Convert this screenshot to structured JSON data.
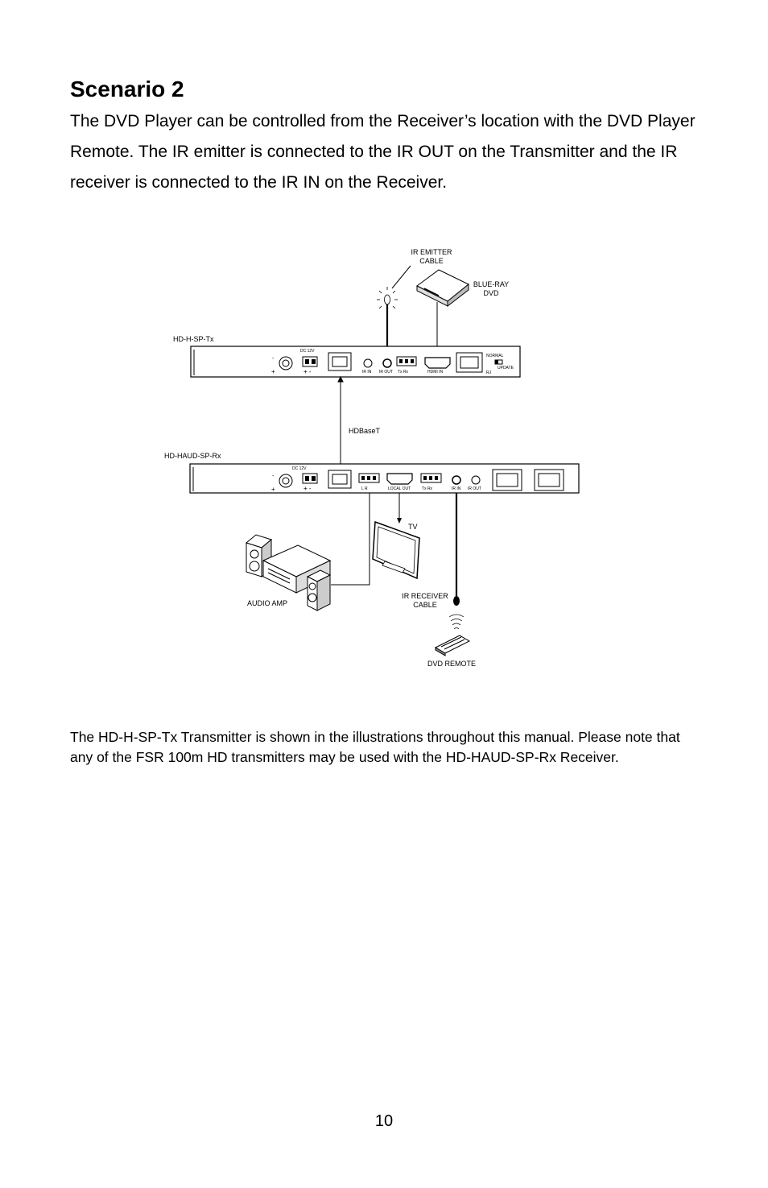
{
  "heading": "Scenario 2",
  "intro": "The DVD Player can be controlled from the Receiver’s location with the DVD Player Remote. The IR emitter is connected to the IR OUT on the Transmitter and the IR receiver is connected to the IR IN on the Receiver.",
  "diagram": {
    "ir_emitter_1": "IR EMITTER",
    "ir_emitter_2": "CABLE",
    "bluray_1": "BLUE-RAY",
    "bluray_2": "DVD",
    "tx_name": "HD-H-SP-Tx",
    "rx_name": "HD-HAUD-SP-Rx",
    "hdbaset": "HDBaseT",
    "tv": "TV",
    "audio_amp": "AUDIO AMP",
    "ir_receiver_1": "IR RECEIVER",
    "ir_receiver_2": "CABLE",
    "dvd_remote": "DVD REMOTE",
    "tx_ports": {
      "dc": "DC 12V",
      "ir_in": "IR IN",
      "ir_out": "IR OUT",
      "txrx": "Tx Rx",
      "hdmi_in": "HDMI IN",
      "normal": "NORMAL",
      "update": "UPDATE",
      "rj": "RJ"
    },
    "rx_ports": {
      "dc": "DC 12V",
      "lr": "L  R",
      "local_out": "LOCAL OUT",
      "txrx": "Tx Rx",
      "ir_in": "IR IN",
      "ir_out": "IR OUT"
    }
  },
  "note": "The HD-H-SP-Tx Transmitter is shown in the illustrations throughout this manual.    Please note that any of the FSR 100m HD transmitters may be used with the HD-HAUD-SP-Rx Receiver.",
  "page_number": "10"
}
